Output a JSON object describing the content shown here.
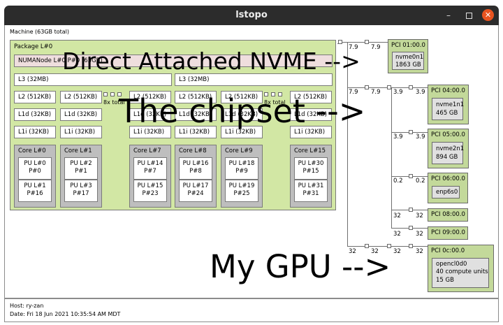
{
  "window": {
    "title": "lstopo",
    "minimize_icon": "minimize-icon",
    "maximize_icon": "maximize-icon",
    "close_icon": "close-icon",
    "close_color": "#e95420"
  },
  "machine": {
    "label": "Machine (63GB total)",
    "package": {
      "label": "Package L#0",
      "numa": "NUMANode L#0 P#0 (63GB)",
      "l3": [
        "L3 (32MB)",
        "L3 (32MB)"
      ],
      "l2": "L2 (512KB)",
      "l1d": "L1d (32KB)",
      "l1i": "L1i (32KB)",
      "total_label": "8x total",
      "cores": [
        {
          "label": "Core L#0",
          "pus": [
            {
              "l": "PU L#0",
              "p": "P#0"
            },
            {
              "l": "PU L#1",
              "p": "P#16"
            }
          ]
        },
        {
          "label": "Core L#1",
          "pus": [
            {
              "l": "PU L#2",
              "p": "P#1"
            },
            {
              "l": "PU L#3",
              "p": "P#17"
            }
          ]
        },
        {
          "label": "Core L#7",
          "pus": [
            {
              "l": "PU L#14",
              "p": "P#7"
            },
            {
              "l": "PU L#15",
              "p": "P#23"
            }
          ]
        },
        {
          "label": "Core L#8",
          "pus": [
            {
              "l": "PU L#16",
              "p": "P#8"
            },
            {
              "l": "PU L#17",
              "p": "P#24"
            }
          ]
        },
        {
          "label": "Core L#9",
          "pus": [
            {
              "l": "PU L#18",
              "p": "P#9"
            },
            {
              "l": "PU L#19",
              "p": "P#25"
            }
          ]
        },
        {
          "label": "Core L#15",
          "pus": [
            {
              "l": "PU L#30",
              "p": "P#15"
            },
            {
              "l": "PU L#31",
              "p": "P#31"
            }
          ]
        }
      ]
    }
  },
  "pci": [
    {
      "id": "PCI 01:00.0",
      "device": [
        "nvme0n1",
        "1863 GB"
      ],
      "bw": [
        "7.9",
        "7.9"
      ]
    },
    {
      "id": "PCI 04:00.0",
      "device": [
        "nvme1n1",
        "465 GB"
      ],
      "bw": [
        "3.9",
        "3.9"
      ],
      "bridge_bw": [
        "7.9",
        "7.9"
      ]
    },
    {
      "id": "PCI 05:00.0",
      "device": [
        "nvme2n1",
        "894 GB"
      ],
      "bw": [
        "3.9",
        "3.9"
      ]
    },
    {
      "id": "PCI 06:00.0",
      "device": [
        "enp6s0"
      ],
      "bw": [
        "0.2",
        "0.2"
      ]
    },
    {
      "id": "PCI 08:00.0",
      "device": [],
      "bw": [
        "32",
        "32"
      ]
    },
    {
      "id": "PCI 09:00.0",
      "device": [],
      "bw": [
        "32",
        "32"
      ]
    },
    {
      "id": "PCI 0c:00.0",
      "device": [
        "opencl0d0",
        "40 compute units",
        "15 GB"
      ],
      "bw": [
        "32",
        "32",
        "32",
        "32"
      ]
    }
  ],
  "annotations": {
    "nvme": "Direct Attached NVME -->",
    "chipset": "The chipset -->",
    "gpu": "My GPU -->"
  },
  "footer": {
    "host": "Host: ry-zan",
    "date": "Date: Fri 18 Jun 2021 10:35:54 AM MDT"
  }
}
